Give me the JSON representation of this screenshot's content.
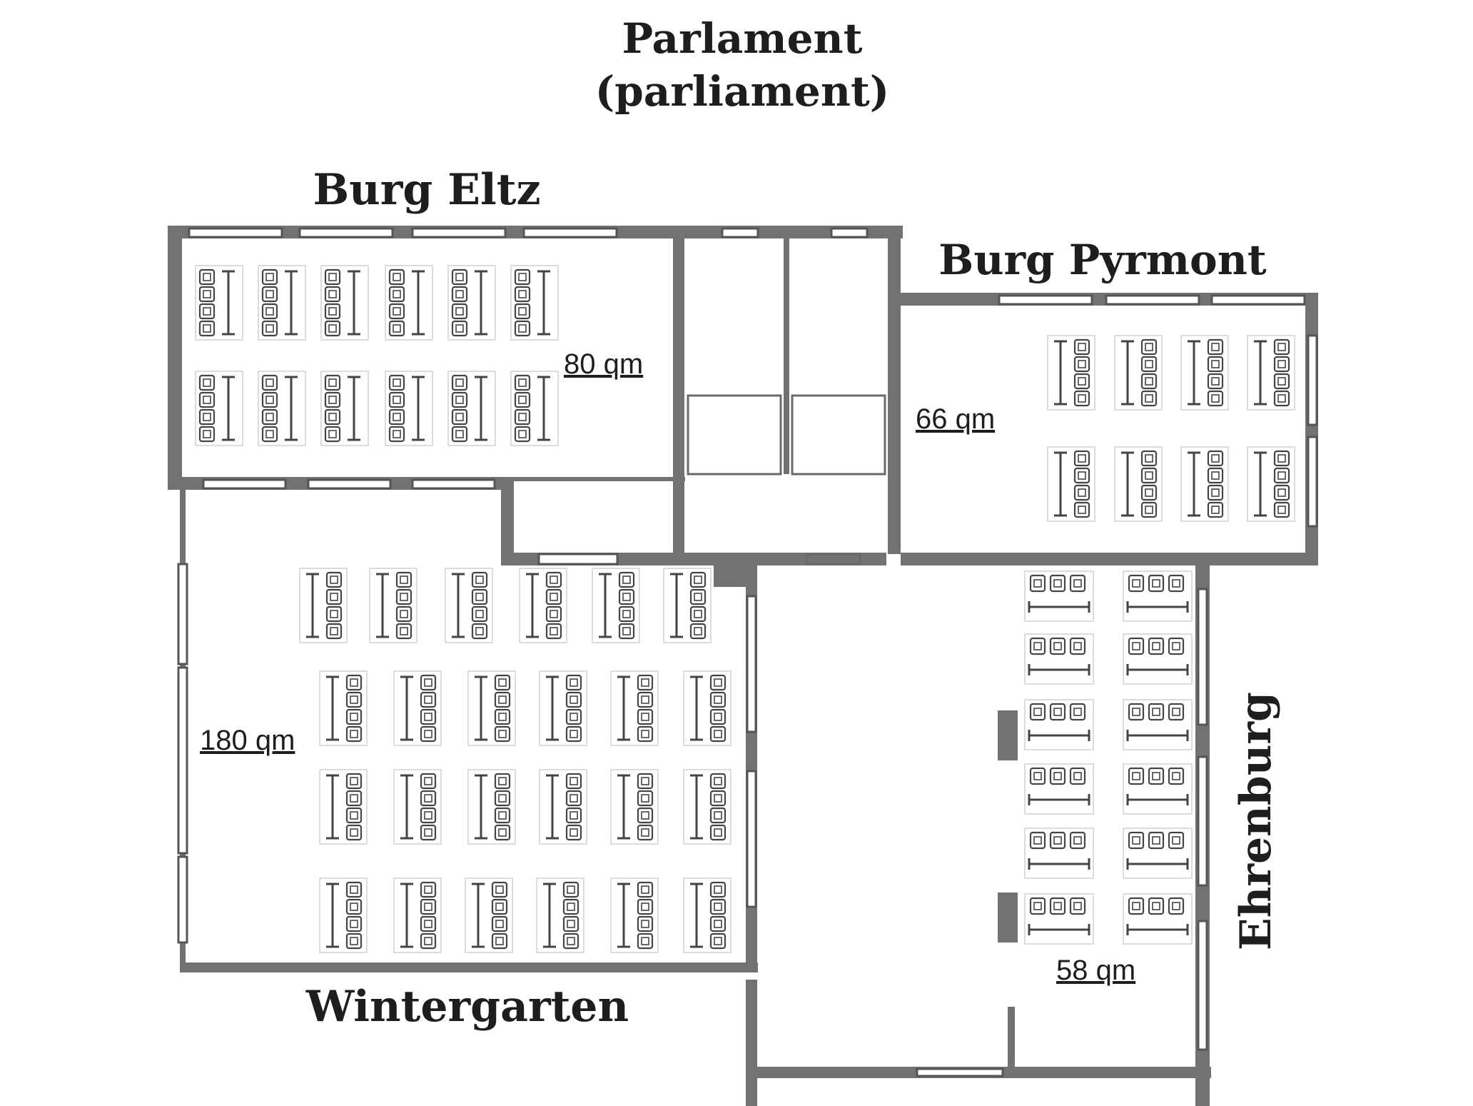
{
  "building": {
    "name": "Parlament",
    "subtitle": "(parliament)"
  },
  "rooms": {
    "burg_eltz": {
      "name": "Burg Eltz",
      "area": "80 qm",
      "desks": 12
    },
    "burg_pyrmont": {
      "name": "Burg Pyrmont",
      "area": "66 qm",
      "desks": 8
    },
    "wintergarten": {
      "name": "Wintergarten",
      "area": "180 qm",
      "desks": 24
    },
    "ehrenburg": {
      "name": "Ehrenburg",
      "area": "58 qm",
      "desks": 12
    }
  },
  "colors": {
    "wall": "#727272",
    "ink": "#1e1e1e",
    "background": "#ffffff"
  }
}
